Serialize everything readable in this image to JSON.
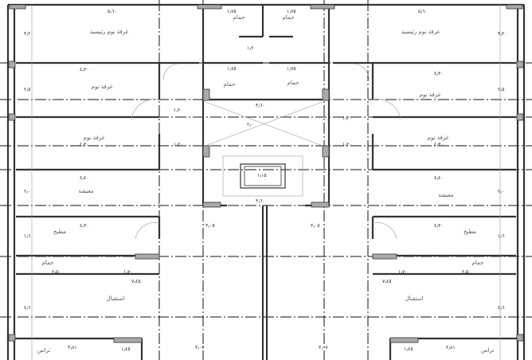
{
  "plan": {
    "rooms": {
      "master_bedroom": "غرفة نوم رئيسية",
      "bedroom": "غرفة نوم",
      "living": "معيشة",
      "kitchen": "مطبخ",
      "bathroom": "حمام",
      "reception": "استقبال",
      "terrace": "تراس"
    },
    "dimensions": {
      "master_width": "٥٫٦٠",
      "master_depth": "٣٫٢٠",
      "bedroom_width": "٤٫٣٠",
      "bedroom_depth": "٢٫٥",
      "living_width": "٤٫٤٠",
      "living_depth": "٢٫٠",
      "corridor": "١٫٢٠",
      "bath_width": "١٫٧٥",
      "bath_depth": "١٫٢",
      "stair_width": "٣٫٦٠",
      "stair_depth": "٢٫٠",
      "kitchen_depth": "١٫٦",
      "bath2_width": "٢٫٥٠",
      "bath2_door": "١٫٧٠",
      "reception_width": "٧٫٤٥",
      "reception_depth": "٤٫٦",
      "terrace_width": "٣٫٨١",
      "terrace_depth": "١٫٤٥",
      "hall_width": "٣٫٠٥",
      "hall_bottom": "٣٫٠٧",
      "lift": "١٫١٥"
    }
  }
}
